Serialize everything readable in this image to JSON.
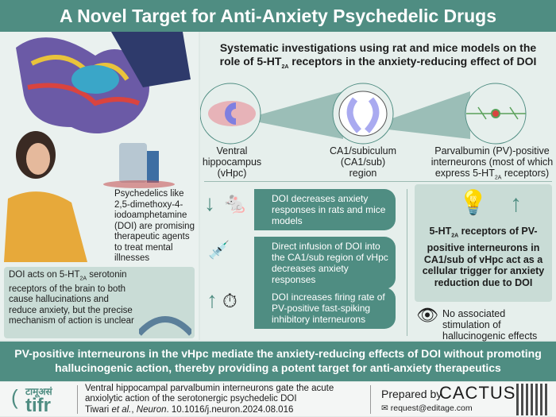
{
  "title": "A Novel Target for Anti-Anxiety Psychedelic Drugs",
  "left": {
    "psychedelics_text": "Psychedelics like 2,5-dimethoxy-4-iodoamphetamine (DOI) are promising therapeutic agents to treat mental illnesses",
    "doi_text_a": "DOI acts on 5-HT",
    "doi_text_sub": "2A",
    "doi_text_b": " serotonin receptors of the brain to both cause hallucinations and reduce anxiety, but the precise mechanism of action is unclear"
  },
  "header": {
    "line1": "Systematic investigations using rat and mice models on the",
    "line2a": "role of 5-HT",
    "line2sub": "2A",
    "line2b": " receptors in the anxiety-reducing effect of DOI"
  },
  "regions": [
    {
      "label": "Ventral hippocampus (vHpc)"
    },
    {
      "label": "CA1/subiculum (CA1/sub) region"
    },
    {
      "label_a": "Parvalbumin (PV)-positive interneurons (most of which express 5-HT",
      "label_sub": "2A",
      "label_b": " receptors)"
    }
  ],
  "findings": [
    "DOI decreases anxiety responses in rats and mice models",
    "Direct infusion of DOI into the CA1/sub region of vHpc decreases anxiety responses",
    "DOI increases firing rate of PV-positive fast-spiking inhibitory interneurons"
  ],
  "conclusion": {
    "a": "5-HT",
    "sub": "2A",
    "b": " receptors of PV-positive interneurons in CA1/sub of vHpc act as a cellular trigger for anxiety reduction due to DOI"
  },
  "no_hallucination": "No associated stimulation of hallucinogenic effects",
  "banner": "PV-positive interneurons in the vHpc mediate the anxiety-reducing effects of DOI without promoting hallucinogenic action, thereby providing a potent target for anti-anxiety therapeutics",
  "footer": {
    "logo_hindi": "टामूअसं",
    "logo": "tifr",
    "paper_title": "Ventral hippocampal parvalbumin interneurons gate the acute anxiolytic action of the serotonergic psychedelic DOI",
    "authors": "Tiwari",
    "etal": " et al.",
    ", ": "",
    "journal": "Neuron",
    "doi": ". 10.1016/j.neuron.2024.08.016",
    "prepared_by": "Prepared by",
    "brand": "CACTUS",
    "email": "request@editage.com"
  },
  "colors": {
    "teal": "#4f8d82",
    "bg": "#dfe9e6"
  }
}
